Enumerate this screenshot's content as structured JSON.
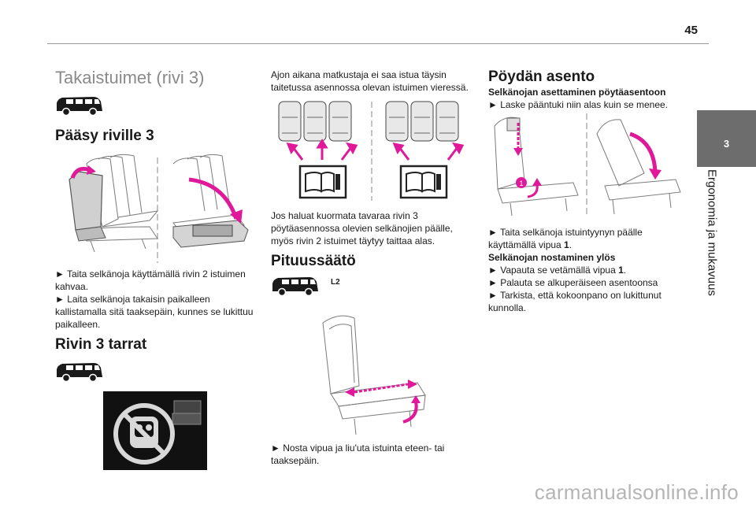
{
  "page": {
    "number": "45"
  },
  "chapter": {
    "tab_number": "3",
    "title": "Ergonomia ja mukavuus"
  },
  "col1": {
    "heading": "Takaistuimet (rivi 3)",
    "section1_title": "Pääsy riville 3",
    "section1_lines": [
      "► Taita selkänoja käyttämällä rivin 2 istuimen",
      "kahvaa.",
      "► Laita selkänoja takaisin paikalleen",
      "kallistamalla sitä taaksepäin, kunnes se lukittuu",
      "paikalleen."
    ],
    "section2_title": "Rivin 3 tarrat"
  },
  "col2": {
    "intro_lines": [
      "Ajon aikana matkustaja ei saa istua täysin",
      "taitetussa asennossa olevan istuimen vieressä."
    ],
    "note_lines": [
      "Jos haluat kuormata tavaraa rivin 3",
      "pöytäasennossa olevien selkänojien päälle,",
      "myös rivin 2 istuimet täytyy taittaa alas."
    ],
    "section_title": "Pituussäätö",
    "version_label": "L2",
    "instruction_lines": [
      "► Nosta vipua ja liu'uta istuinta eteen- tai",
      "taaksepäin."
    ]
  },
  "col3": {
    "section_title": "Pöydän asento",
    "sub1_title": "Selkänojan asettaminen pöytäasentoon",
    "sub1_line": "► Laske pääntuki niin alas kuin se menee.",
    "after_image_lines": [
      "► Taita selkänoja istuintyynyn päälle",
      "käyttämällä vipua "
    ],
    "lever_number": "1",
    "period": ".",
    "sub2_title": "Selkänojan nostaminen ylös",
    "sub2_line1_prefix": "► Vapauta se vetämällä vipua ",
    "sub2_lines": [
      "► Palauta se alkuperäiseen asentoonsa",
      "► Tarkista, että kokoonpano on lukittunut",
      "kunnolla."
    ],
    "callout_label": "1"
  },
  "footer": {
    "watermark": "carmanualsonline.info"
  },
  "colors": {
    "accent_magenta": "#e0199a",
    "tab_grey": "#6d6d6d",
    "heading_grey": "#8a8a8a"
  },
  "icons": [
    "van-icon",
    "manual-book-icon",
    "no-child-seat-icon",
    "arrow-icon"
  ]
}
